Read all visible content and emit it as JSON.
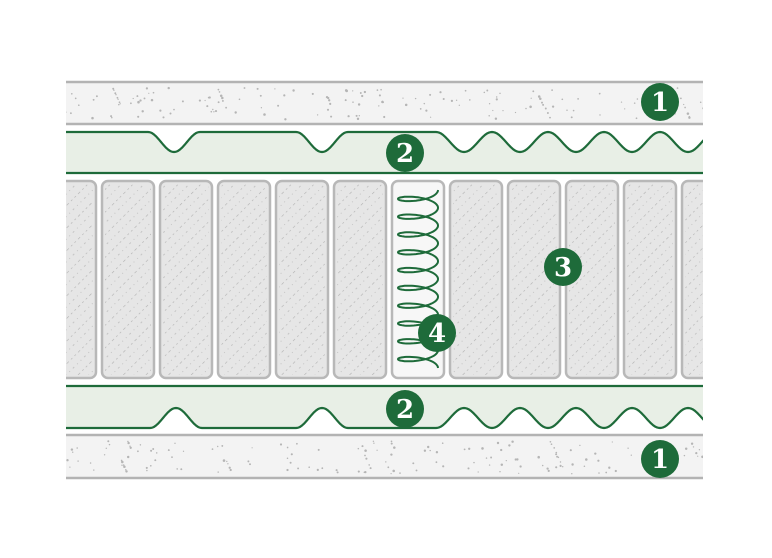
{
  "colors": {
    "accent_green": "#1e6b3a",
    "foam_fill": "#f3f3f3",
    "foam_border": "#b3b3b3",
    "comfort_fill": "#e8efe6",
    "coil_fill": "#e6e6e6",
    "coil_border": "#b8b8b8",
    "speckle": "#b5b5b5"
  },
  "labels": {
    "top_foam": "1",
    "top_comfort": "2",
    "pocket_coils": "3",
    "spring": "4",
    "bottom_comfort": "2",
    "bottom_foam": "1"
  }
}
